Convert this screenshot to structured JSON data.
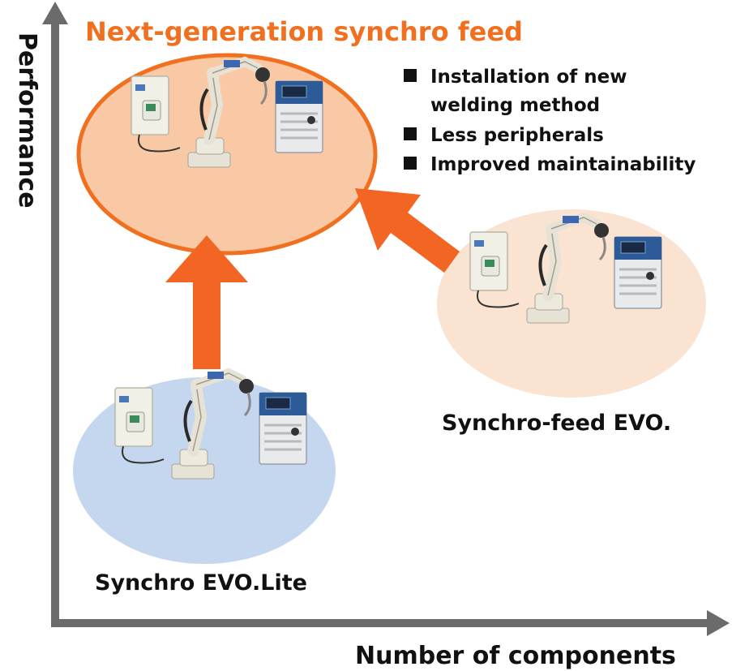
{
  "axes": {
    "y_label": "Performance",
    "x_label": "Number of components"
  },
  "next_gen": {
    "title": "Next-generation synchro feed",
    "features": [
      "Installation of new",
      "welding method",
      "Less peripherals",
      "Improved maintainability"
    ]
  },
  "systems": {
    "evo_lite_label": "Synchro EVO.Lite",
    "feed_evo_label": "Synchro-feed EVO."
  },
  "colors": {
    "axis": "#6b6b6b",
    "title": "#f07020",
    "arrow": "#f26522",
    "next_gen_fill": "#f9c9a6",
    "next_gen_stroke": "#f07020",
    "feed_evo_fill": "#fbe3d2",
    "evo_lite_fill": "#c5d7ee"
  }
}
